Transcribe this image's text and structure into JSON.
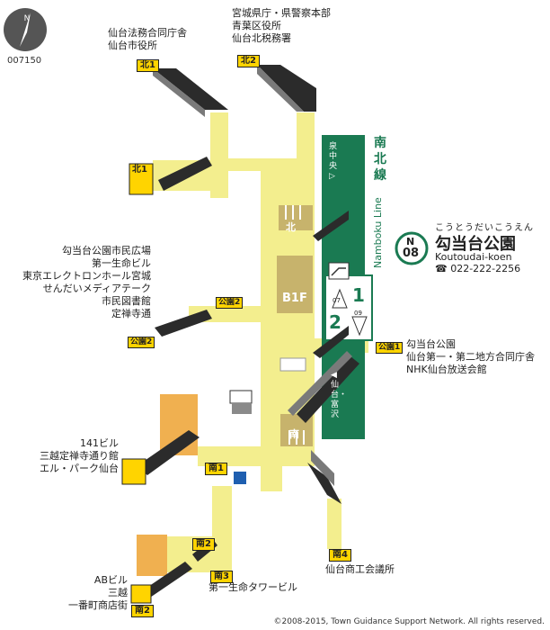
{
  "map_id": "007150",
  "copyright": "©2008-2015, Town Guidance Support Network. All rights reserved.",
  "station": {
    "kana": "こうとうだいこうえん",
    "name": "勾当台公園",
    "romaji": "Koutoudai-koen",
    "tel_icon": "☎",
    "tel": "022-222-2256",
    "badge_line": "N",
    "badge_num": "08"
  },
  "line": {
    "name_jp": "南北線",
    "name_en": "Namboku Line",
    "dir_north": "泉中央▷",
    "dir_south": "◀仙台・富沢",
    "platform_1": "1",
    "platform_2": "2",
    "next_north": "07",
    "next_south": "09"
  },
  "floor": "B1F",
  "gates": {
    "north": "北",
    "south": "南"
  },
  "exits": [
    {
      "code": "北1",
      "destinations": "仙台法務合同庁舎\n仙台市役所"
    },
    {
      "code": "北2",
      "destinations": "宮城県庁・県警察本部\n青葉区役所\n仙台北税務署"
    },
    {
      "code": "北1",
      "destinations": ""
    },
    {
      "code": "公園2",
      "destinations": "勾当台公園市民広場\n第一生命ビル\n東京エレクトロンホール宮城\nせんだいメディアテーク\n市民図書館\n定禅寺通"
    },
    {
      "code": "公園1",
      "destinations": "勾当台公園\n仙台第一・第二地方合同庁舎\nNHK仙台放送会館"
    },
    {
      "code": "南1",
      "destinations": "141ビル\n三越定禅寺通り館\nエル・パーク仙台"
    },
    {
      "code": "南2",
      "destinations": ""
    },
    {
      "code": "南3",
      "destinations": "第一生命タワービル"
    },
    {
      "code": "南4",
      "destinations": "仙台商工会議所"
    },
    {
      "code": "南2",
      "destinations": "ABビル\n三越\n一番町商店街"
    }
  ],
  "extra_labels": {
    "kouen2_lower": "公園2"
  },
  "facilities": {
    "toilet_icon": "restroom-icon",
    "accessible_icon": "wheelchair-icon",
    "elevator_icon": "elevator-icon",
    "atm_icon": "atm-icon"
  },
  "colors": {
    "corridor": "#f3ee8e",
    "line_green": "#1a7a52",
    "gate": "#c7b36c",
    "building": "#f0b050",
    "stair_dark": "#2b2b2b",
    "exit_tag": "#ffd400"
  }
}
